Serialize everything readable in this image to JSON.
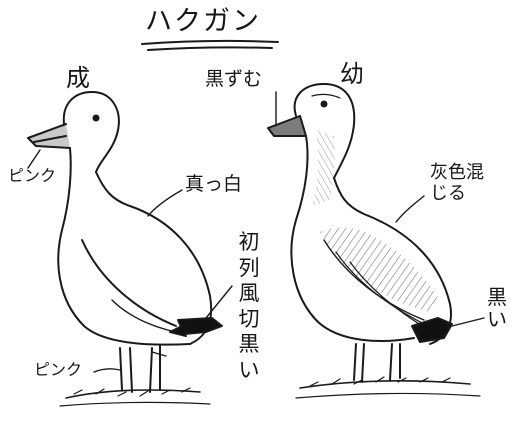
{
  "title": "ハクガン",
  "adult_label": "成",
  "juvenile_label": "幼",
  "annotations": {
    "bill_adult": "ピンク",
    "body_adult": "真っ白",
    "primaries_adult": "初列風切黒い",
    "legs_adult": "ピンク",
    "bill_juvenile": "黒ずむ",
    "body_juvenile": "灰色混じる",
    "tail_juvenile": "黒い"
  },
  "colors": {
    "ink": "#1a1a1a",
    "paper": "#ffffff",
    "grey_wash": "#b9b9b9"
  }
}
